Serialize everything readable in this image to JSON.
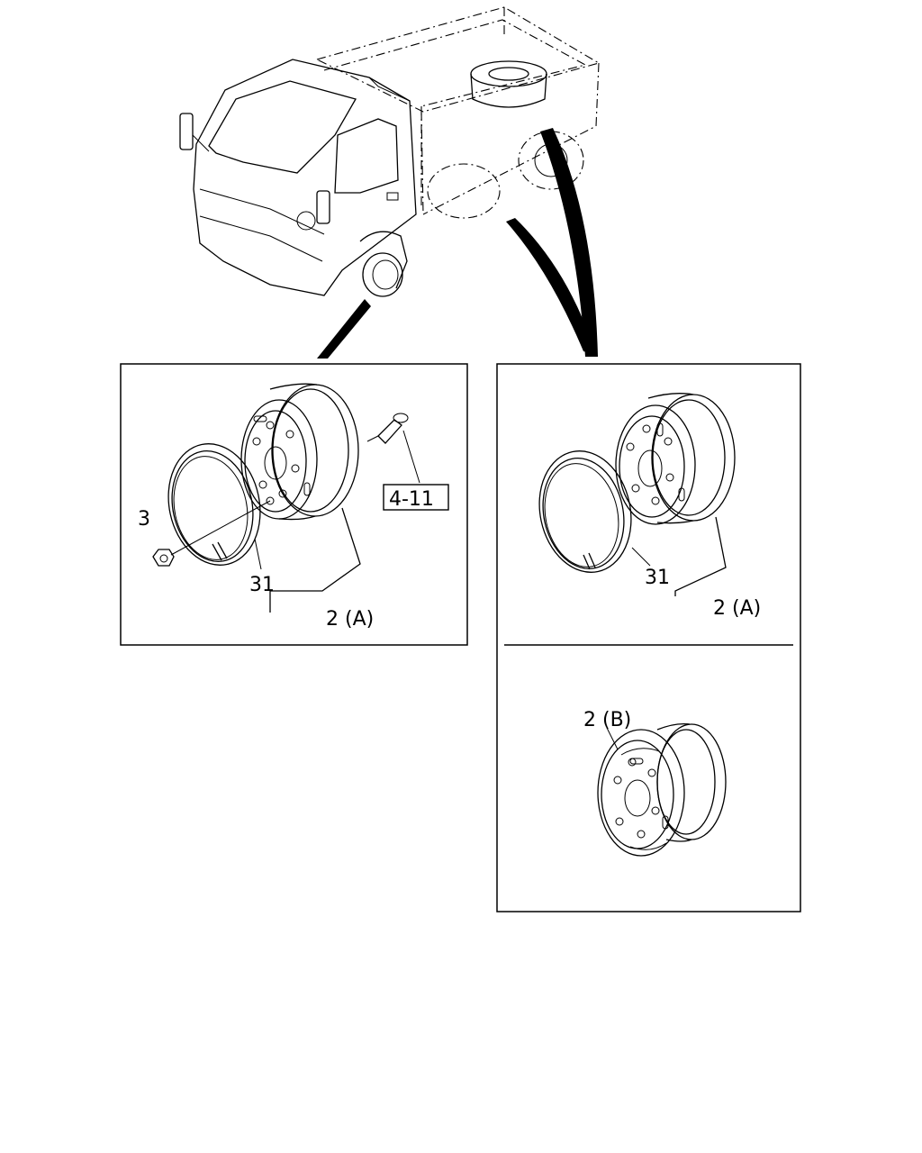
{
  "labels": {
    "left_nut": "3",
    "left_ring": "31",
    "left_wheel": "2 (A)",
    "ref_box": "4-11",
    "right_ring": "31",
    "right_wheel_a": "2 (A)",
    "right_wheel_b": "2 (B)"
  }
}
